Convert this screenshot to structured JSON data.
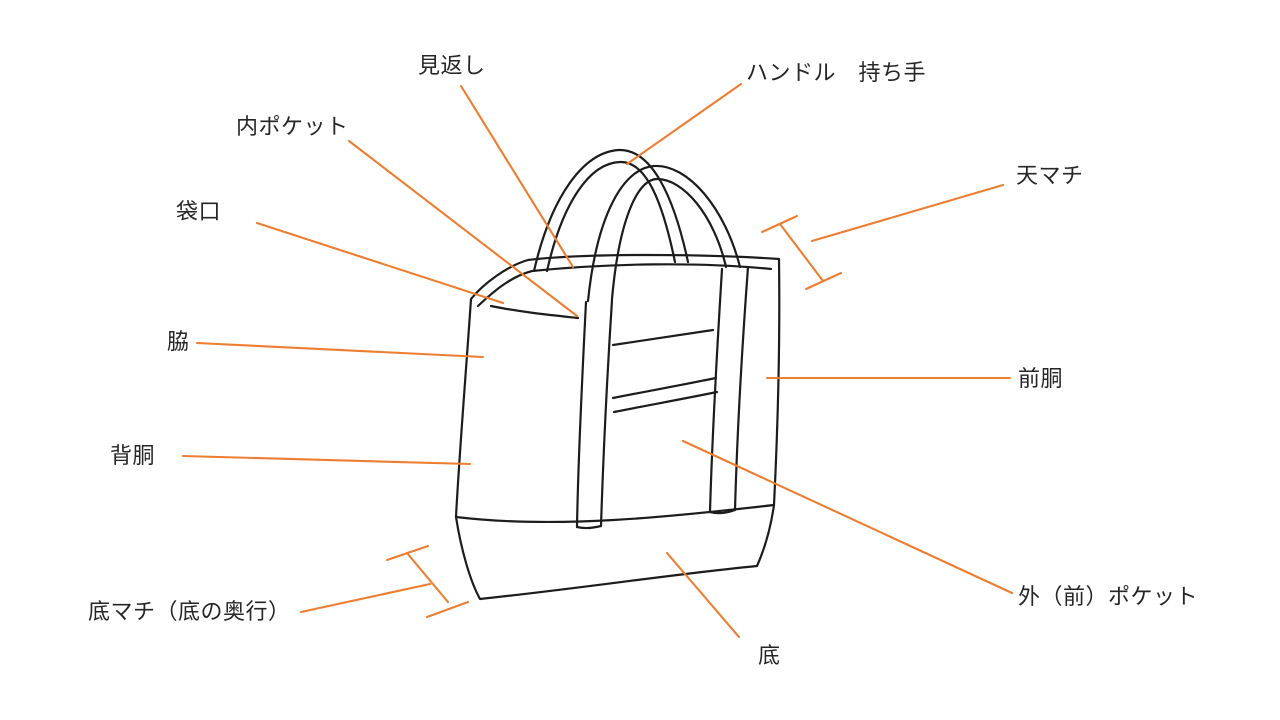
{
  "colors": {
    "ink": "#1c1c1c",
    "leader": "#ED7D31",
    "label_text": "#262626",
    "background": "#ffffff"
  },
  "labels": [
    {
      "id": "mikaeshi",
      "text": "見返し"
    },
    {
      "id": "handle",
      "text": "ハンドル　持ち手"
    },
    {
      "id": "inner-pocket",
      "text": "内ポケット"
    },
    {
      "id": "top-gusset",
      "text": "天マチ"
    },
    {
      "id": "bag-opening",
      "text": "袋口"
    },
    {
      "id": "side",
      "text": "脇"
    },
    {
      "id": "front-body",
      "text": "前胴"
    },
    {
      "id": "back-body",
      "text": "背胴"
    },
    {
      "id": "bottom-gusset",
      "text": "底マチ（底の奥行）"
    },
    {
      "id": "outer-front-pocket",
      "text": "外（前）ポケット"
    },
    {
      "id": "bottom",
      "text": "底"
    }
  ]
}
